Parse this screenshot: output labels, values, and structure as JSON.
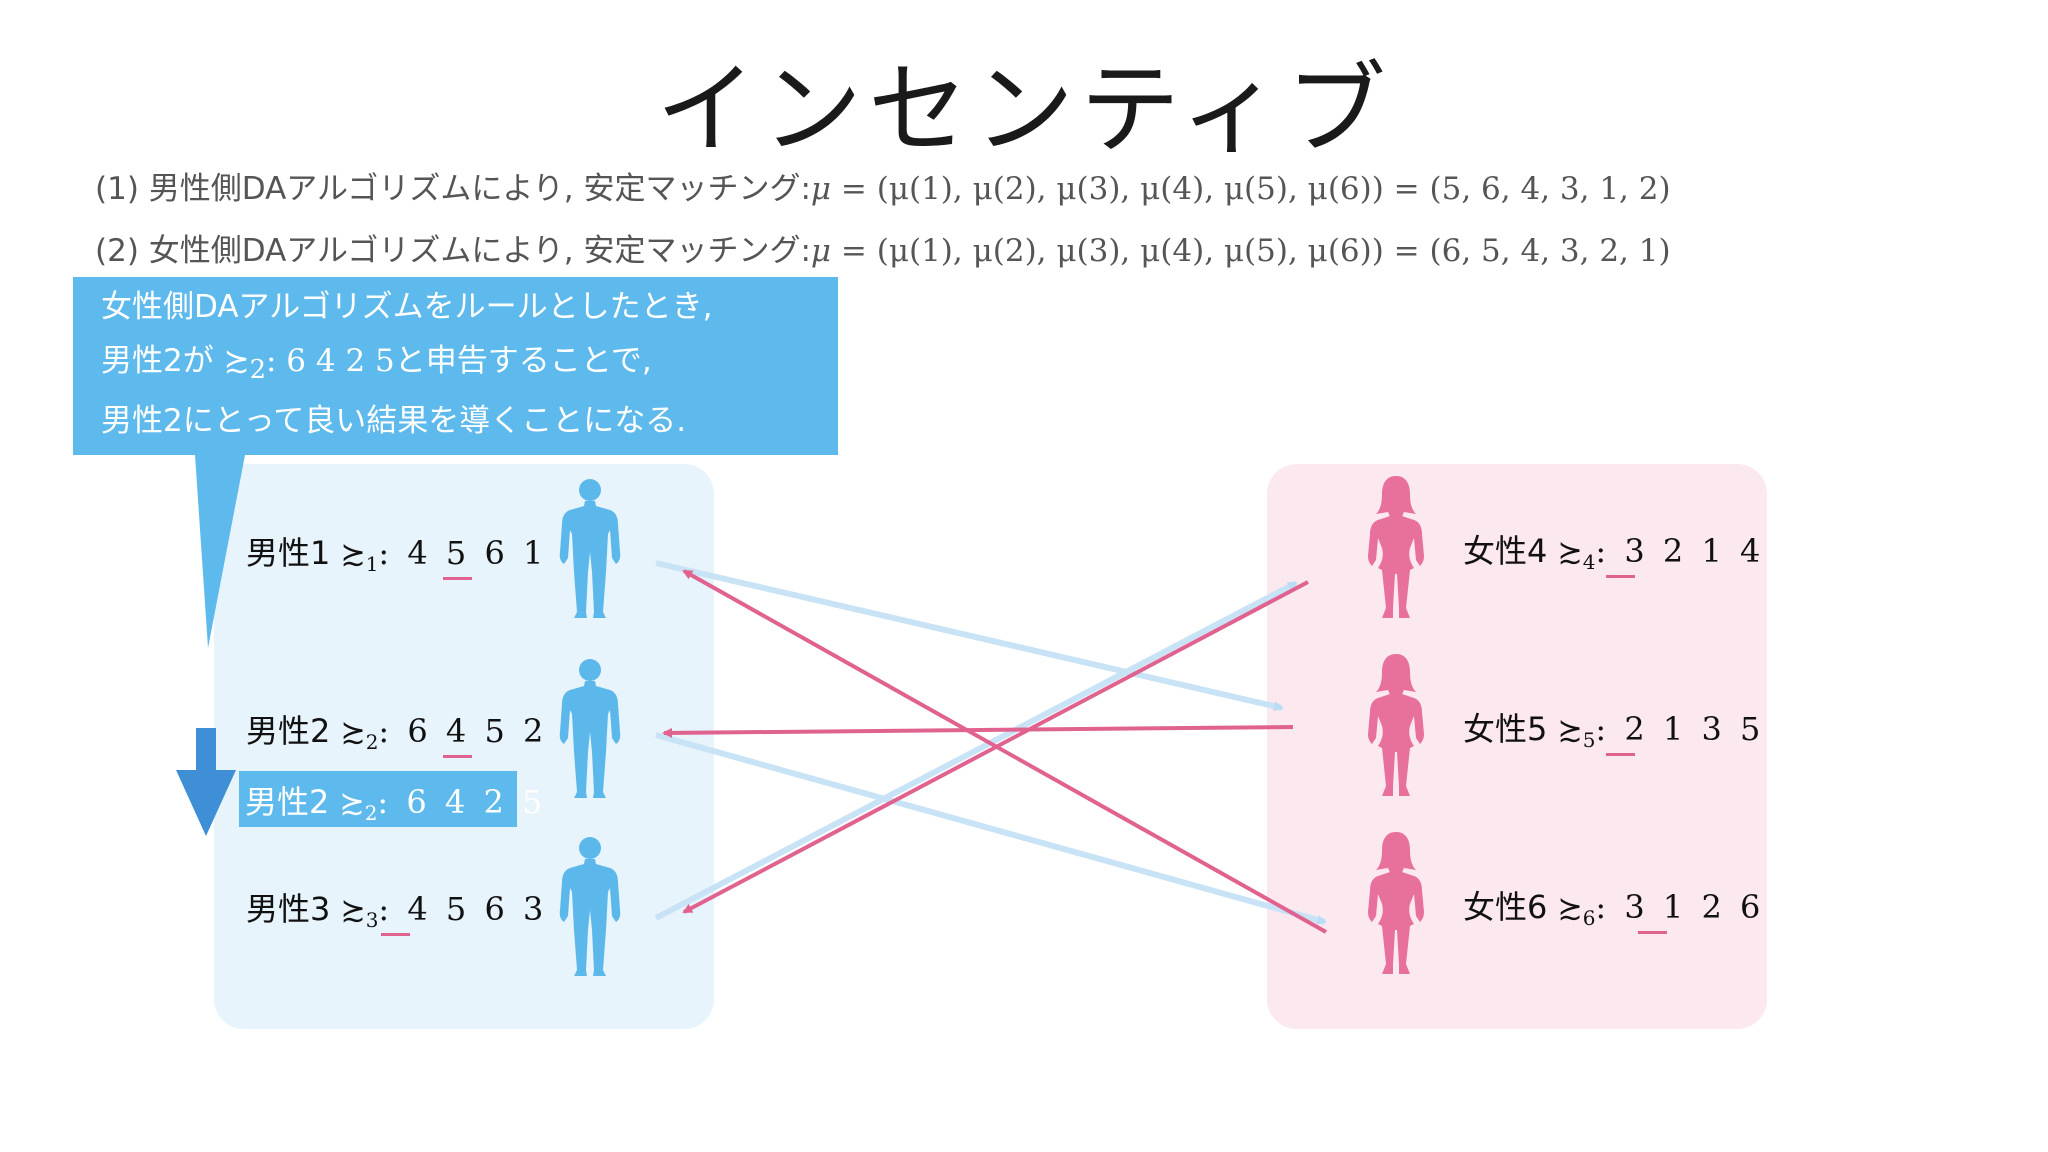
{
  "title": "インセンティブ",
  "lines": [
    {
      "label": "(1) 男性側DAアルゴリズムにより, 安定マッチング:",
      "mu": "μ",
      "formula": " = (μ(1), μ(2), μ(3), μ(4), μ(5), μ(6)) = (5, 6, 4, 3, 1, 2)"
    },
    {
      "label": "(2) 女性側DAアルゴリズムにより, 安定マッチング:",
      "mu": "μ",
      "formula": " = (μ(1), μ(2), μ(3), μ(4), μ(5), μ(6)) = (6, 5, 4, 3, 2, 1)"
    }
  ],
  "callout": {
    "line1": "女性側DAアルゴリズムをルールとしたとき,",
    "line2_pre": "男性2が ",
    "line2_rel": "≿",
    "line2_sub": "2",
    "line2_math": ": 6 4 2 5",
    "line2_post": "と申告することで,",
    "line3": "男性2にとって良い結果を導くことになる."
  },
  "men": [
    {
      "label": "男性1 ",
      "rel": "≿",
      "sub": "1",
      "prefs": ": 4 5 6 1"
    },
    {
      "label": "男性2 ",
      "rel": "≿",
      "sub": "2",
      "prefs": ": 6 4 5 2"
    },
    {
      "label": "男性3 ",
      "rel": "≿",
      "sub": "3",
      "prefs": ": 4 5 6 3"
    }
  ],
  "misreport": {
    "label": "男性2 ",
    "rel": "≿",
    "sub": "2",
    "prefs": ": 6 4 2 5"
  },
  "women": [
    {
      "label": "女性4 ",
      "rel": "≿",
      "sub": "4",
      "prefs": ": 3 2 1 4"
    },
    {
      "label": "女性5 ",
      "rel": "≿",
      "sub": "5",
      "prefs": ": 2 1 3 5"
    },
    {
      "label": "女性6 ",
      "rel": "≿",
      "sub": "6",
      "prefs": ": 3 1 2 6"
    }
  ],
  "colors": {
    "men_icon": "#5cb8ea",
    "women_icon": "#e8709c",
    "arrow_pink": "#e0638f",
    "arrow_blue": "#c9e3f6",
    "callout": "#5eb9ec",
    "down_arrow": "#3e8fd6"
  }
}
